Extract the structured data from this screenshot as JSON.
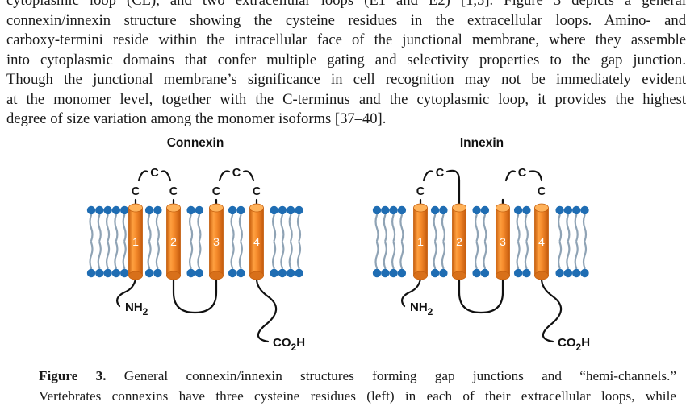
{
  "body_text": {
    "lines": [
      "cytoplasmic loop (CL), and two extracellular loops (E1 and E2) [1,5]. Figure 3 depicts a general",
      "connexin/innexin structure showing the cysteine residues in the extracellular loops. Amino- and",
      "carboxy-termini reside within the intracellular face of the junctional membrane, where they assemble",
      "into cytoplasmic domains that confer multiple gating and selectivity properties to the gap junction.",
      "Though the junctional membrane’s significance in cell recognition may not be immediately evident",
      "at the monomer level, together with the C-terminus and the cytoplasmic loop, it provides the highest",
      "degree of size variation among the monomer isoforms [37–40]."
    ]
  },
  "figure": {
    "panels": [
      {
        "title": "Connexin",
        "helices": [
          "1",
          "2",
          "3",
          "4"
        ],
        "cysteine_label": "C",
        "n_terminus": {
          "base": "NH",
          "sub": "2"
        },
        "c_terminus": {
          "pre": "CO",
          "sub": "2",
          "post": "H"
        }
      },
      {
        "title": "Innexin",
        "helices": [
          "1",
          "2",
          "3",
          "4"
        ],
        "cysteine_label": "C",
        "n_terminus": {
          "base": "NH",
          "sub": "2"
        },
        "c_terminus": {
          "pre": "CO",
          "sub": "2",
          "post": "H"
        }
      }
    ],
    "colors": {
      "helix_fill": "#f08a24",
      "helix_edge": "#c45f0e",
      "lipid_head": "#1f6db3",
      "lipid_tail": "#8fa3b5",
      "loop_line": "#111111"
    }
  },
  "caption": {
    "label": "Figure 3.",
    "line1": "General connexin/innexin structures forming gap junctions and “hemi-channels.”",
    "line2": "Vertebrates connexins have three cysteine residues (left) in each of their extracellular loops, while"
  }
}
